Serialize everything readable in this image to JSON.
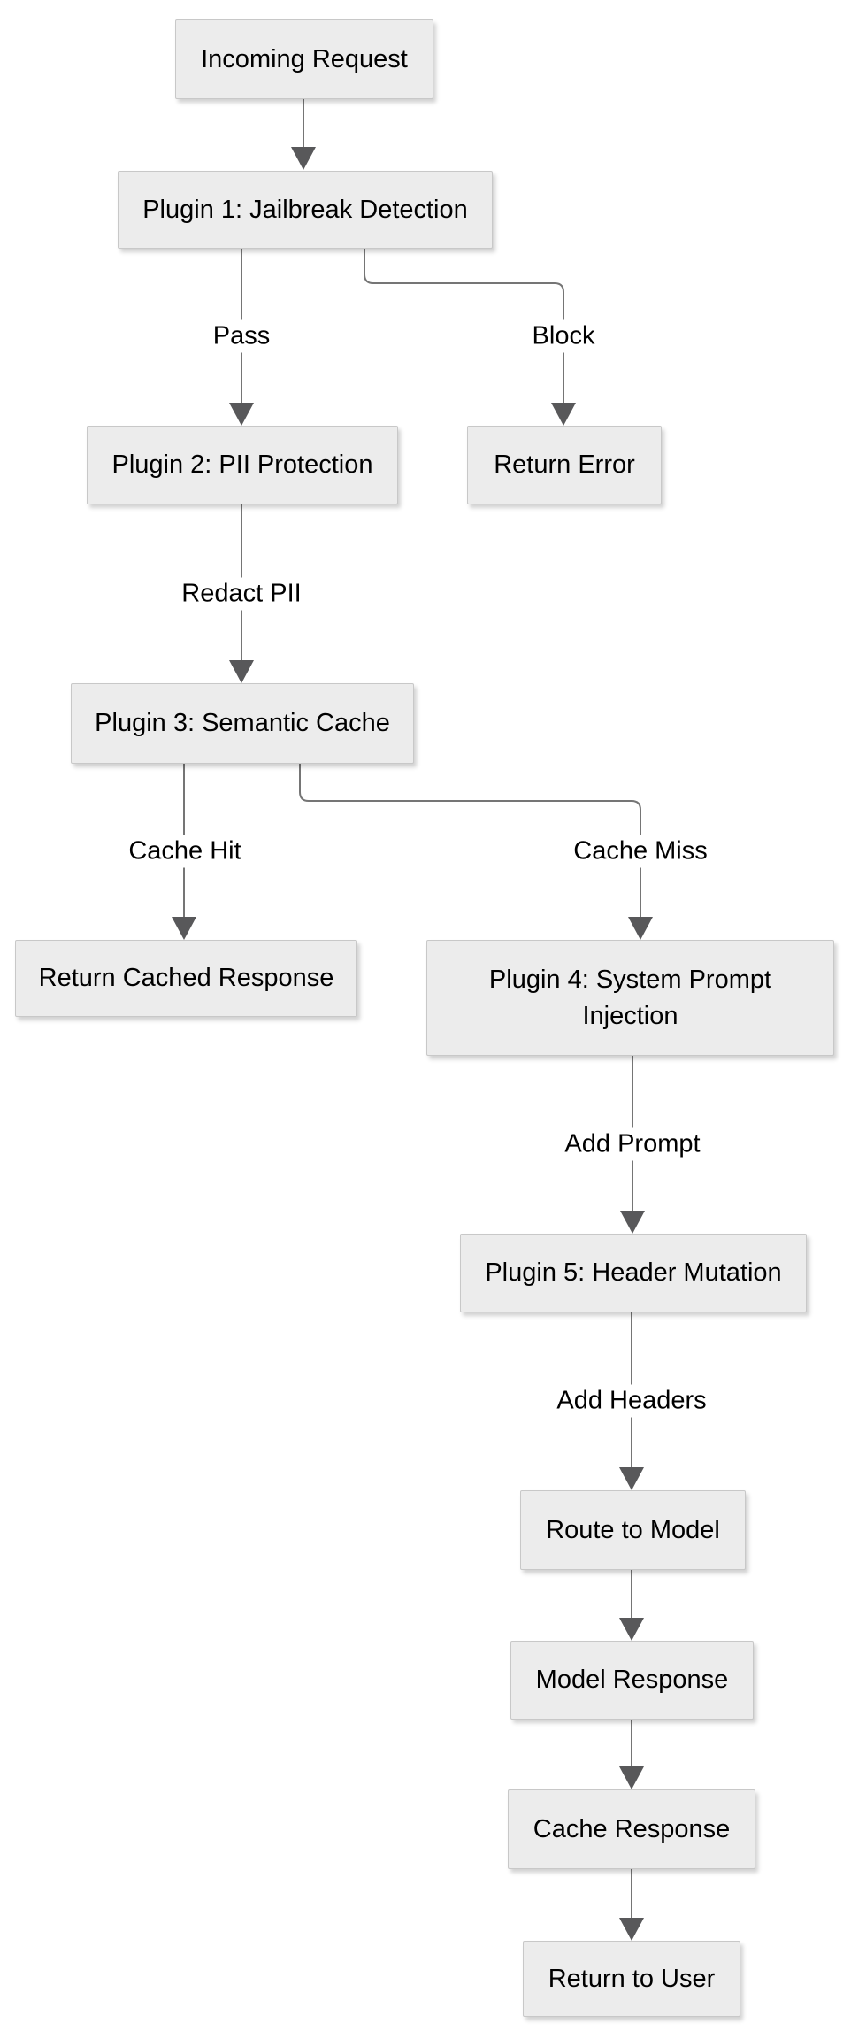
{
  "diagram": {
    "type": "flowchart",
    "direction": "top-down",
    "nodes": {
      "incoming_request": {
        "label": "Incoming Request"
      },
      "plugin_1": {
        "label": "Plugin 1: Jailbreak Detection"
      },
      "plugin_2": {
        "label": "Plugin 2: PII Protection"
      },
      "return_error": {
        "label": "Return Error"
      },
      "plugin_3": {
        "label": "Plugin 3: Semantic Cache"
      },
      "return_cached_response": {
        "label": "Return Cached Response"
      },
      "plugin_4": {
        "label": "Plugin 4: System Prompt Injection"
      },
      "plugin_5": {
        "label": "Plugin 5: Header Mutation"
      },
      "route_to_model": {
        "label": "Route to Model"
      },
      "model_response": {
        "label": "Model Response"
      },
      "cache_response": {
        "label": "Cache Response"
      },
      "return_to_user": {
        "label": "Return to User"
      }
    },
    "edges": [
      {
        "from": "incoming_request",
        "to": "plugin_1",
        "label": ""
      },
      {
        "from": "plugin_1",
        "to": "plugin_2",
        "label": "Pass"
      },
      {
        "from": "plugin_1",
        "to": "return_error",
        "label": "Block"
      },
      {
        "from": "plugin_2",
        "to": "plugin_3",
        "label": "Redact PII"
      },
      {
        "from": "plugin_3",
        "to": "return_cached_response",
        "label": "Cache Hit"
      },
      {
        "from": "plugin_3",
        "to": "plugin_4",
        "label": "Cache Miss"
      },
      {
        "from": "plugin_4",
        "to": "plugin_5",
        "label": "Add Prompt"
      },
      {
        "from": "plugin_5",
        "to": "route_to_model",
        "label": "Add Headers"
      },
      {
        "from": "route_to_model",
        "to": "model_response",
        "label": ""
      },
      {
        "from": "model_response",
        "to": "cache_response",
        "label": ""
      },
      {
        "from": "cache_response",
        "to": "return_to_user",
        "label": ""
      }
    ],
    "colors": {
      "background": "#ffffff",
      "node_fill": "#ececec",
      "node_border": "#c8c8c8",
      "edge_line": "#757575",
      "arrowhead": "#58585a",
      "text": "#000000"
    }
  }
}
